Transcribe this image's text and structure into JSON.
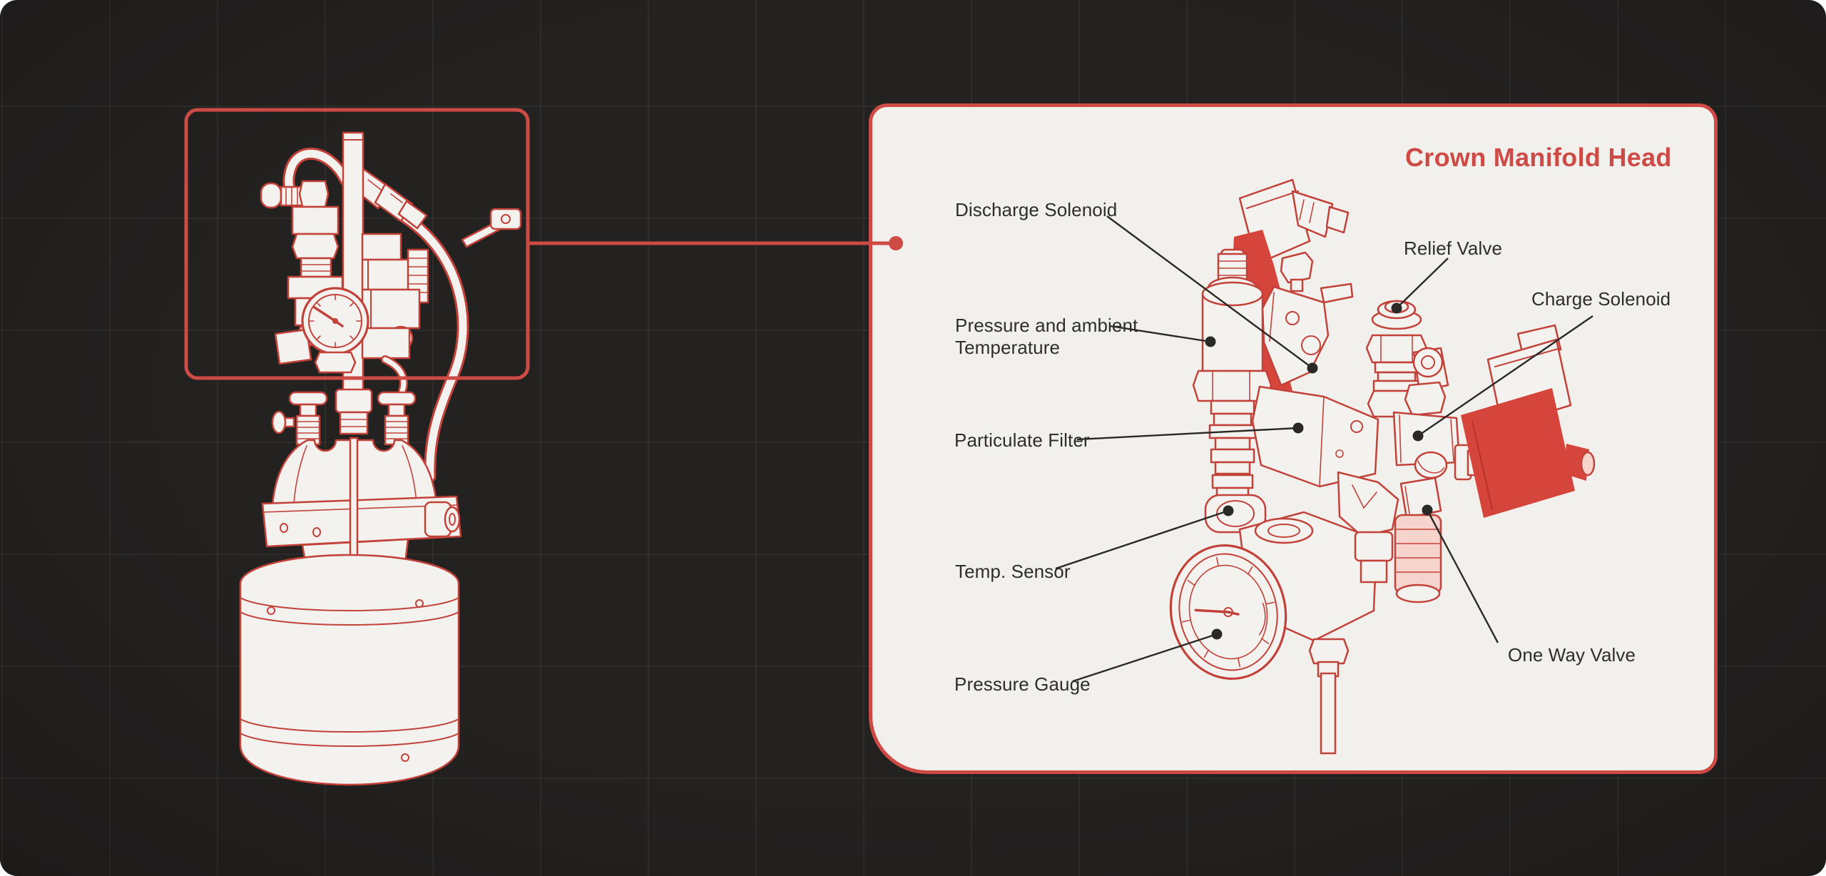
{
  "title": "Crown Manifold Head",
  "colors": {
    "accent": "#cd4a45",
    "background": "#242221",
    "panel_background": "#f2f0ed",
    "artwork_red": "#c2423a",
    "solid_red": "#d6453c",
    "label_text": "#2f2d2a",
    "leader": "#2b2927"
  },
  "labels": {
    "discharge_solenoid": "Discharge Solenoid",
    "pressure_ambient": {
      "line1": "Pressure and ambient",
      "line2": "Temperature"
    },
    "particulate_filter": "Particulate Filter",
    "temp_sensor": "Temp. Sensor",
    "pressure_gauge": "Pressure Gauge",
    "relief_valve": "Relief Valve",
    "charge_solenoid": "Charge Solenoid",
    "one_way_valve": "One Way Valve"
  }
}
